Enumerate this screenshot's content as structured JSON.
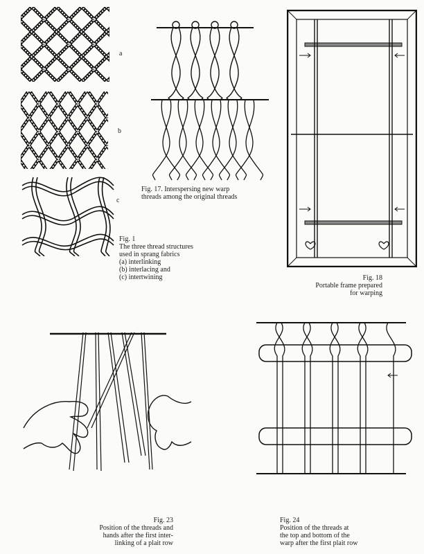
{
  "fig1": {
    "labels": [
      "a",
      "b",
      "c"
    ],
    "caption": {
      "title": "Fig. 1",
      "lines": [
        "The three thread structures",
        "used in sprang fabrics",
        "(a) interlinking",
        "(b) interlacing and",
        "(c) intertwining"
      ]
    }
  },
  "fig17": {
    "caption": [
      "Fig. 17. Interspersing new warp",
      "threads among the original threads"
    ]
  },
  "fig18": {
    "caption": {
      "title": "Fig. 18",
      "lines": [
        "Portable frame prepared",
        "for warping"
      ]
    }
  },
  "fig23": {
    "caption": {
      "title": "Fig. 23",
      "lines": [
        "Position of the threads and",
        "hands after the first inter-",
        "linking of a plait row"
      ]
    }
  },
  "fig24": {
    "caption": {
      "title": "Fig. 24",
      "lines": [
        "Position of the threads at",
        "the top and bottom of the",
        "warp after the first plait row"
      ]
    }
  }
}
